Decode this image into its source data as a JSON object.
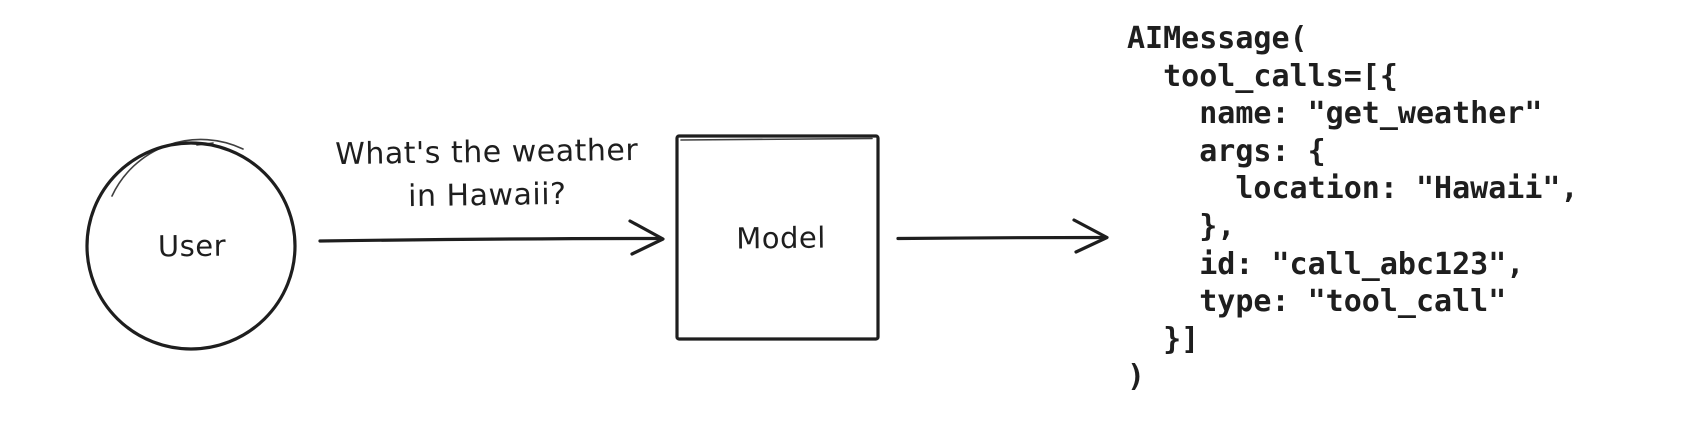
{
  "diagram": {
    "user_node": {
      "label": "User",
      "shape": "circle"
    },
    "model_node": {
      "label": "Model",
      "shape": "rectangle"
    },
    "user_message": {
      "line1": "What's the weather",
      "line2": "in Hawaii?"
    },
    "arrows": [
      {
        "id": "user-to-model",
        "from": "User",
        "to": "Model"
      },
      {
        "id": "model-to-output",
        "from": "Model",
        "to": "AIMessage output"
      }
    ],
    "output_code": {
      "text": "AIMessage(\n  tool_calls=[{\n    name: \"get_weather\"\n    args: {\n      location: \"Hawaii\",\n    },\n    id: \"call_abc123\",\n    type: \"tool_call\"\n  }]\n)"
    },
    "colors": {
      "ink": "#1e1e1e",
      "background": "#ffffff"
    }
  }
}
